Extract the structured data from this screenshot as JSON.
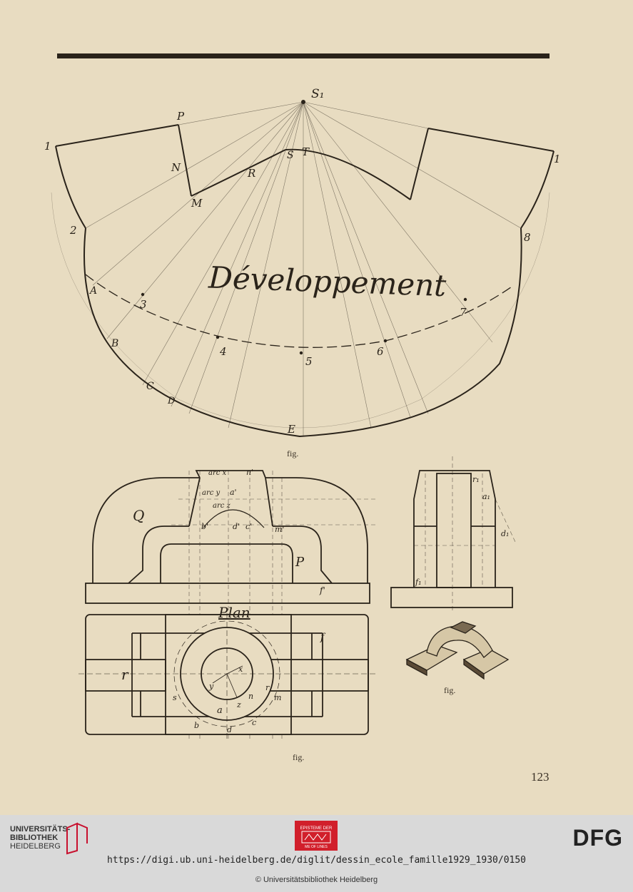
{
  "drawing": {
    "title_development": "Développement",
    "title_plan": "Plan",
    "fig_label": "fig.",
    "page_number": "123",
    "labels_development": {
      "s1": "S₁",
      "p": "P",
      "n": "N",
      "m": "M",
      "r": "R",
      "s": "S",
      "t": "T",
      "one_left": "1",
      "one_right": "1",
      "two": "2",
      "three": "3",
      "four": "4",
      "five": "5",
      "six": "6",
      "seven": "7",
      "eight": "8",
      "a": "A",
      "b": "B",
      "c": "C",
      "d": "D",
      "e": "E"
    },
    "labels_plan": {
      "q": "Q",
      "p": "P",
      "r": "r",
      "f": "f",
      "f_prime": "f'",
      "arc_x": "arc x",
      "arc_y": "arc y",
      "arc_z": "arc z",
      "a_prime": "a'",
      "d_prime": "d'",
      "c_prime": "c'",
      "m_prime": "m'",
      "b_prime": "b'",
      "n_prime": "n'",
      "x": "x",
      "y": "y",
      "z": "z",
      "a": "a",
      "b": "b",
      "c": "c",
      "d": "d",
      "m": "m",
      "n": "n",
      "s": "s"
    },
    "labels_side": {
      "r1": "r₁",
      "a1": "a₁",
      "d1": "d₁",
      "f1": "f₁"
    }
  },
  "footer": {
    "ub_line1": "UNIVERSITÄTS-",
    "ub_line2": "BIBLIOTHEK",
    "ub_line3": "HEIDELBERG",
    "badge_line1": "EPISTEME DER",
    "badge_line2": "ME OF LINES",
    "dfg": "DFG",
    "url": "https://digi.ub.uni-heidelberg.de/diglit/dessin_ecole_famille1929_1930/0150",
    "copyright": "© Universitätsbibliothek Heidelberg"
  },
  "colors": {
    "paper": "#e8dcc1",
    "ink": "#2a231a",
    "footer_bg": "#d9d9d9",
    "badge": "#d11f2b"
  }
}
